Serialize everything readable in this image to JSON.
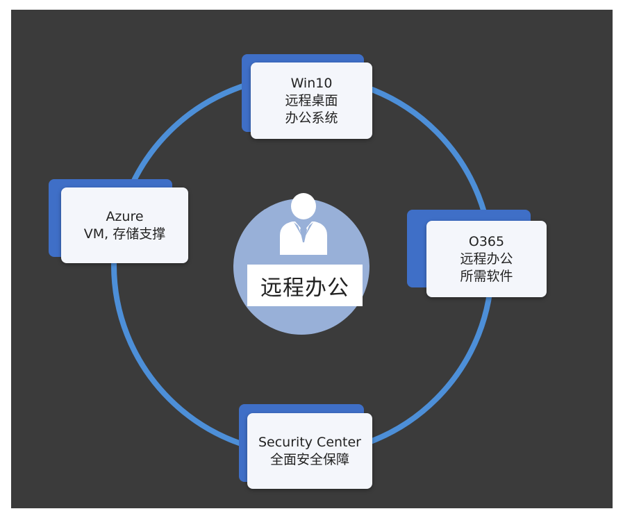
{
  "diagram": {
    "center": {
      "label": "远程办公"
    },
    "nodes": [
      {
        "id": "win10",
        "lines": [
          "Win10",
          "远程桌面",
          "办公系统"
        ]
      },
      {
        "id": "o365",
        "lines": [
          "O365",
          "远程办公",
          "所需软件"
        ]
      },
      {
        "id": "security",
        "lines": [
          "Security Center",
          "全面安全保障"
        ]
      },
      {
        "id": "azure",
        "lines": [
          "Azure",
          "VM, 存储支撑"
        ]
      }
    ]
  },
  "colors": {
    "background": "#3b3b3b",
    "ring": "#4d8fd8",
    "accent_card": "#3f6fc7",
    "card": "#f4f6fb",
    "center_circle": "#98b0d8"
  },
  "icons": {
    "center": "businessman-icon"
  }
}
